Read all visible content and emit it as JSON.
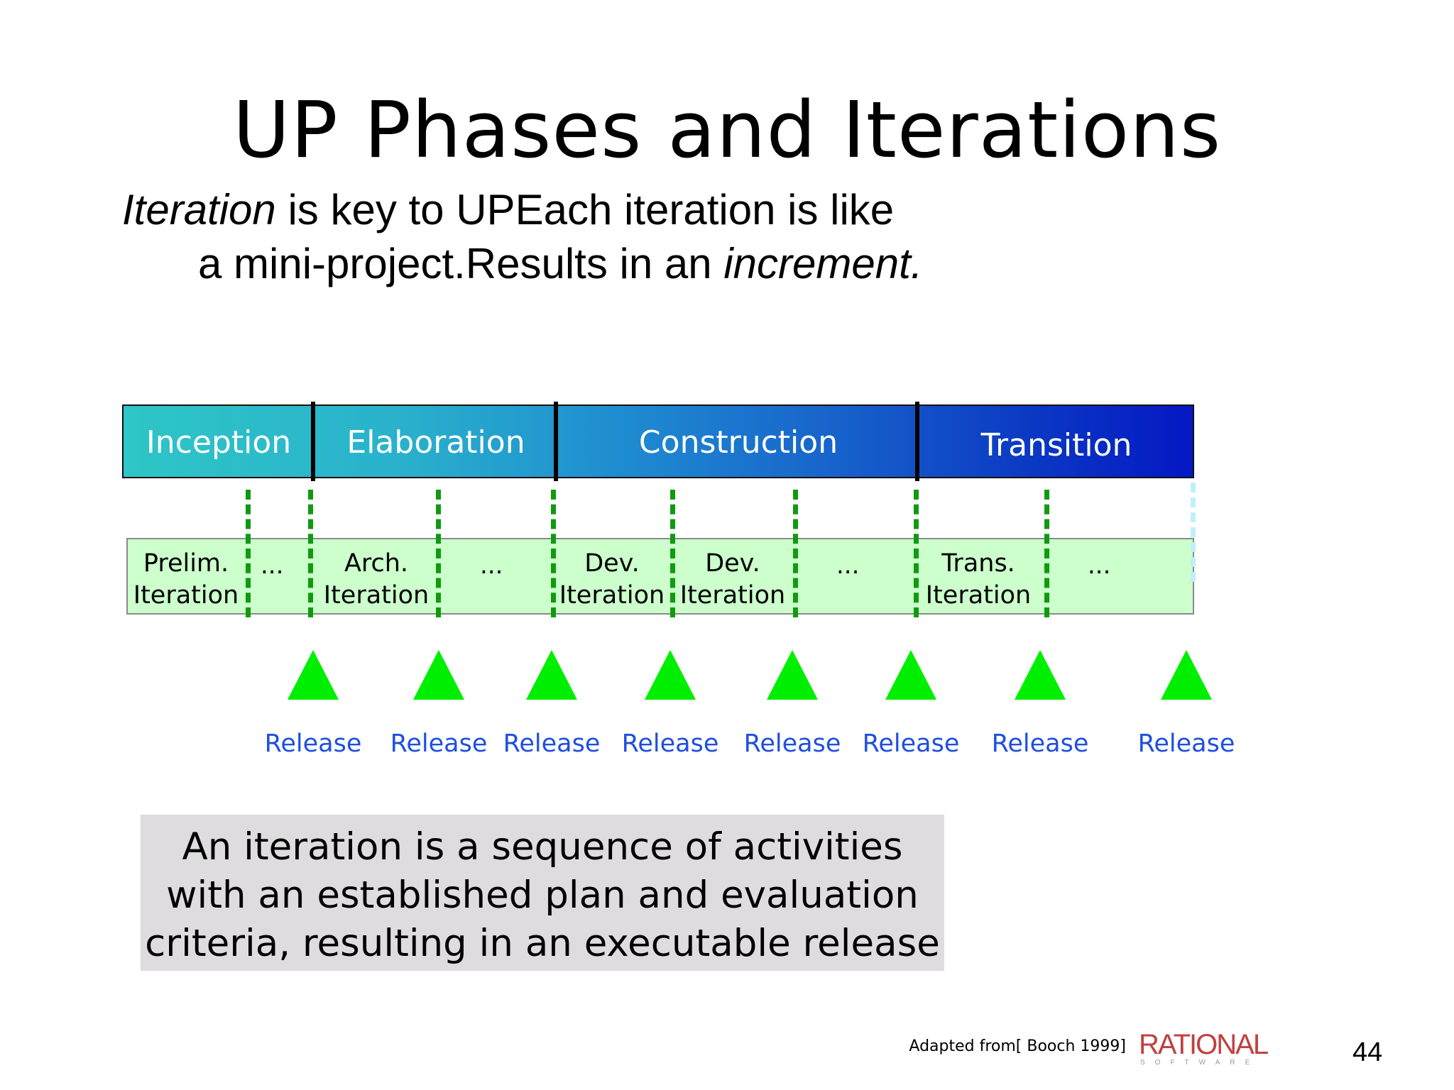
{
  "slide": {
    "title": "UP Phases and Iterations",
    "subtitle_line1_em": "Iteration",
    "subtitle_line1_rest": " is key to UPEach iteration is like",
    "subtitle_line2_rest": "a mini-project.Results in an ",
    "subtitle_line2_em": "increment."
  },
  "phases": [
    "Inception",
    "Elaboration",
    "Construction",
    "Transition"
  ],
  "iterations": [
    {
      "line1": "Prelim.",
      "line2": "Iteration"
    },
    {
      "line1": "Arch.",
      "line2": "Iteration"
    },
    {
      "line1": "Dev.",
      "line2": "Iteration"
    },
    {
      "line1": "Dev.",
      "line2": "Iteration"
    },
    {
      "line1": "Trans.",
      "line2": "Iteration"
    }
  ],
  "ellipsis": "...",
  "releases": [
    "Release",
    "Release",
    "Release",
    "Release",
    "Release",
    "Release",
    "Release",
    "Release"
  ],
  "definition": {
    "line1": "An iteration is a sequence of activities",
    "line2": "with an established plan and evaluation",
    "line3": "criteria, resulting in an executable release"
  },
  "footer": {
    "credit": "Adapted from[ Booch 1999]",
    "logo": "RATIONAL",
    "logo_sub": "SOFTWARE",
    "page_number": "44"
  },
  "colors": {
    "phase_start": "#2ec6c6",
    "phase_end": "#0417c4",
    "iteration_band": "#ccffcc",
    "milestone_dash": "#109a10",
    "release_triangle": "#00ee00",
    "release_text": "#1f4fe0",
    "definition_box": "#dedcde",
    "logo": "#c04040"
  }
}
